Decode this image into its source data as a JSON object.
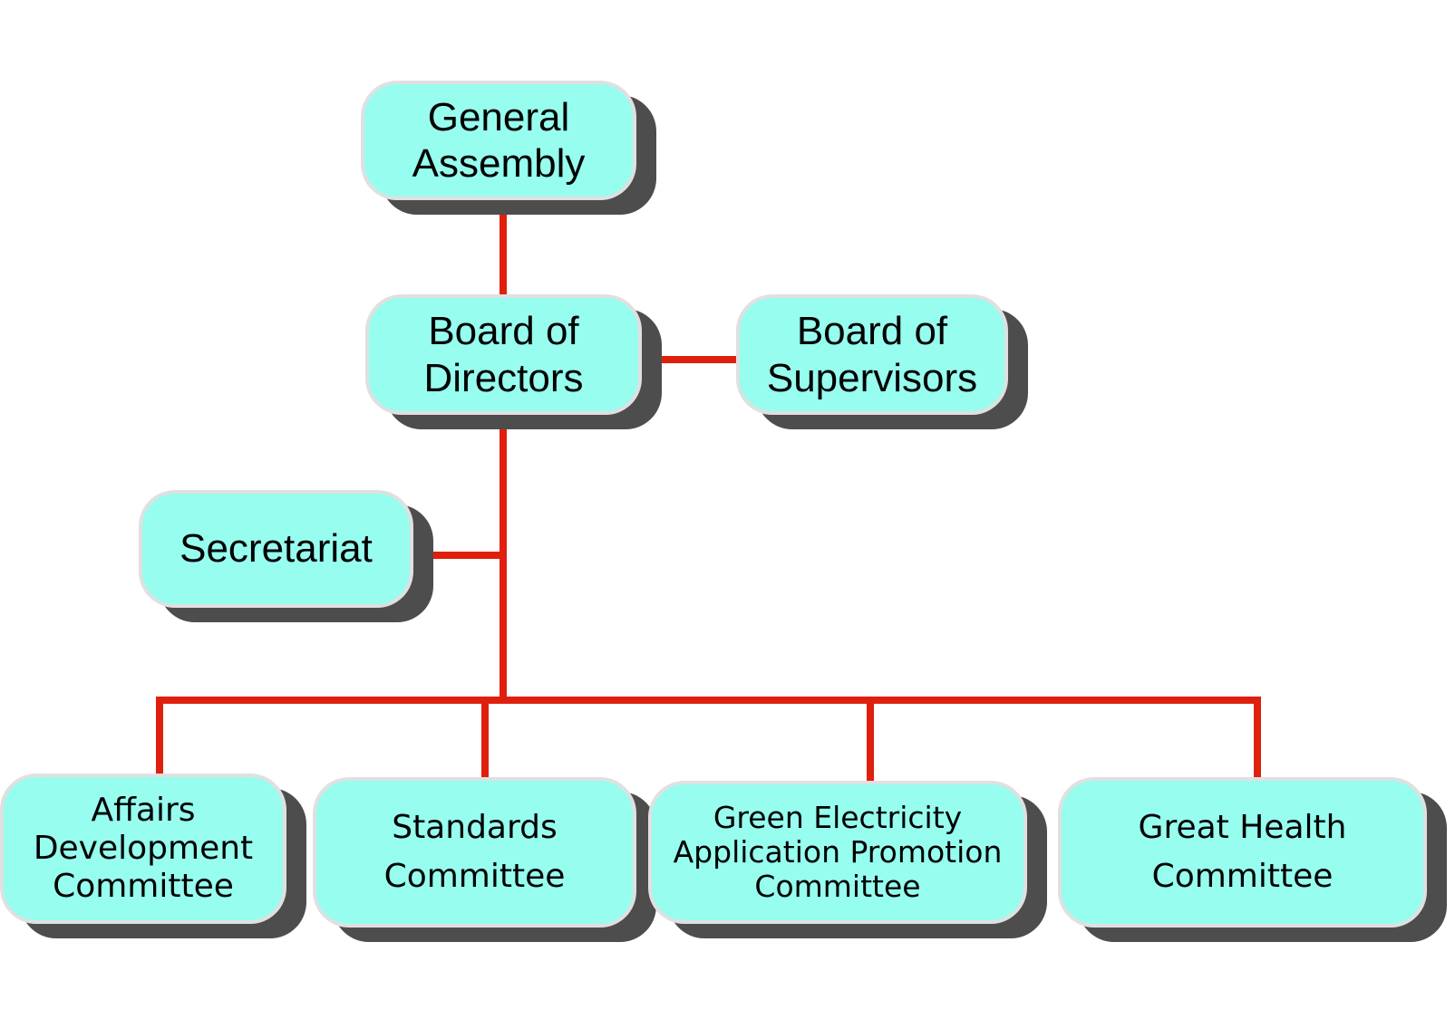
{
  "colors": {
    "connector": "#e0200e",
    "node_fill": "#96fdef",
    "node_border": "#e0e0e0",
    "node_shadow": "#4d4d4d"
  },
  "nodes": {
    "general_assembly": "General\nAssembly",
    "board_of_directors": "Board of\nDirectors",
    "board_of_supervisors": "Board of\nSupervisors",
    "secretariat": "Secretariat",
    "affairs_development_committee": "Affairs\nDevelopment\nCommittee",
    "standards_committee": "Standards\nCommittee",
    "green_electricity_committee": "Green Electricity\nApplication Promotion\nCommittee",
    "great_health_committee": "Great Health\nCommittee"
  }
}
